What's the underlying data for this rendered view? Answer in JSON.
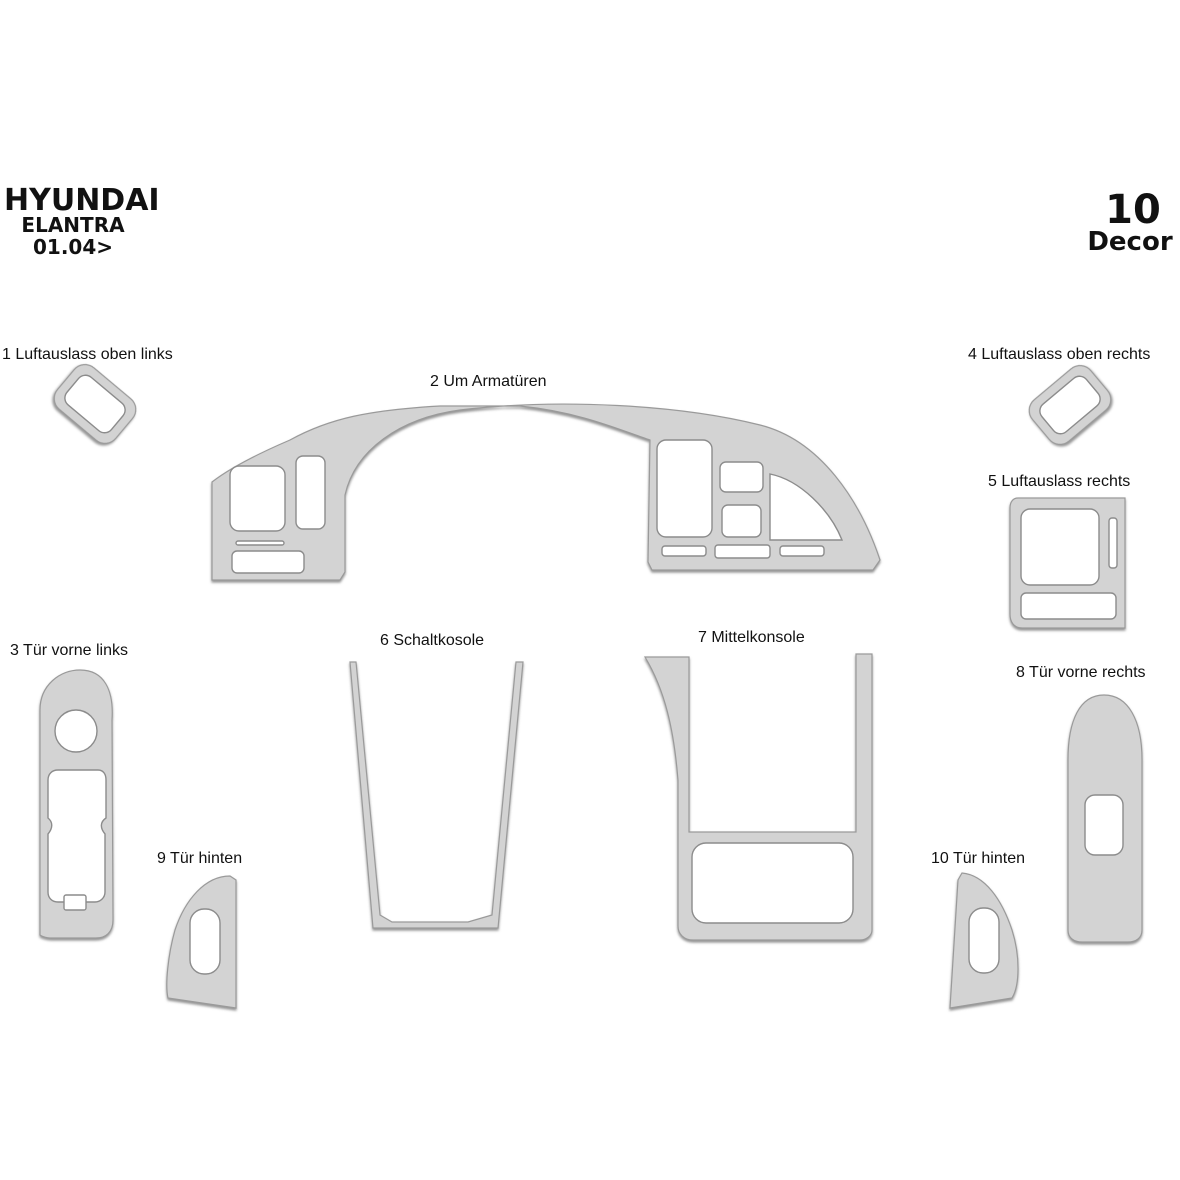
{
  "header": {
    "make": "HYUNDAI",
    "model": "ELANTRA",
    "year": "01.04>",
    "piece_count": "10",
    "piece_type": "Decor"
  },
  "colors": {
    "part_fill": "#d3d3d3",
    "part_shadow": "#7a7a7a",
    "text": "#111111",
    "background": "#ffffff"
  },
  "parts": [
    {
      "number": "1",
      "label": "1 Luftauslass oben links"
    },
    {
      "number": "2",
      "label": "2 Um Armatüren"
    },
    {
      "number": "3",
      "label": "3 Tür vorne links"
    },
    {
      "number": "4",
      "label": "4 Luftauslass oben rechts"
    },
    {
      "number": "5",
      "label": "5 Luftauslass rechts"
    },
    {
      "number": "6",
      "label": "6 Schaltkosole"
    },
    {
      "number": "7",
      "label": "7 Mittelkonsole"
    },
    {
      "number": "8",
      "label": "8 Tür vorne rechts"
    },
    {
      "number": "9",
      "label": "9 Tür hinten"
    },
    {
      "number": "10",
      "label": "10 Tür hinten"
    }
  ]
}
